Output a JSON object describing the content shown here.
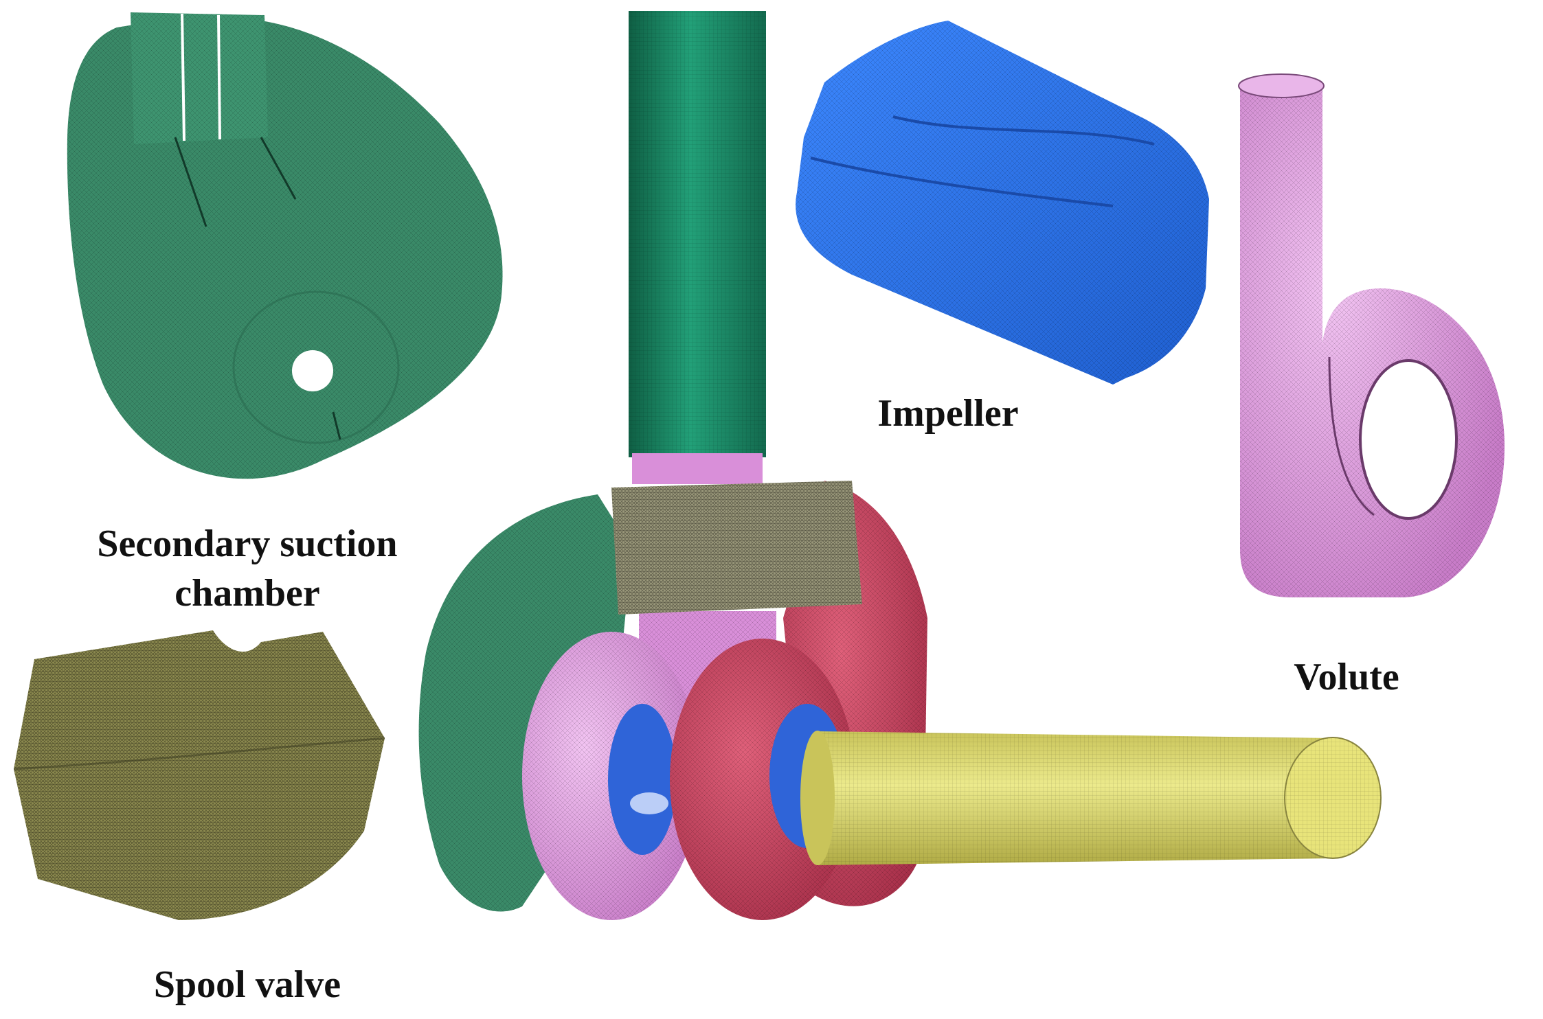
{
  "labels": {
    "secondary_line1": "Secondary suction",
    "secondary_line2": "chamber",
    "spool_valve": "Spool valve",
    "impeller": "Impeller",
    "volute": "Volute"
  },
  "colors": {
    "chamber_green": "#3a8a68",
    "pipe_teal": "#1d8a66",
    "impeller_blue": "#2f78ee",
    "volute_pink": "#d98fd9",
    "spool_olive": "#8c8a4f",
    "ring_red": "#c8455a",
    "shaft_yellow": "#dcd86a"
  }
}
